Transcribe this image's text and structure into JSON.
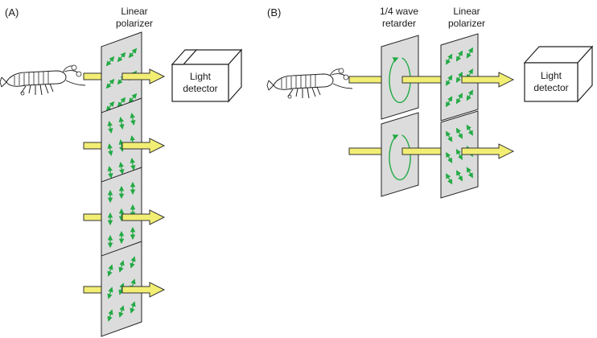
{
  "panel_a": {
    "label": "(A)",
    "polarizer_label": [
      "Linear",
      "polarizer"
    ],
    "detector_label": [
      "Light",
      "detector"
    ]
  },
  "panel_b": {
    "label": "(B)",
    "retarder_label": [
      "1/4 wave",
      "retarder"
    ],
    "polarizer_label": [
      "Linear",
      "polarizer"
    ],
    "detector_label": [
      "Light",
      "detector"
    ]
  },
  "colors": {
    "arrow_fill": "#f2ee74",
    "arrow_stroke": "#333333",
    "filter_fill": "#dcdcdc",
    "filter_stroke": "#222222",
    "polarization_line": "#22aa44",
    "detector_face": "#ffffff"
  },
  "icons": {
    "animal": "mantis-shrimp-icon",
    "detector": "light-detector-box",
    "polarization_marks": "double-headed-arrow-lines",
    "circular_marks": "circular-arrow"
  }
}
